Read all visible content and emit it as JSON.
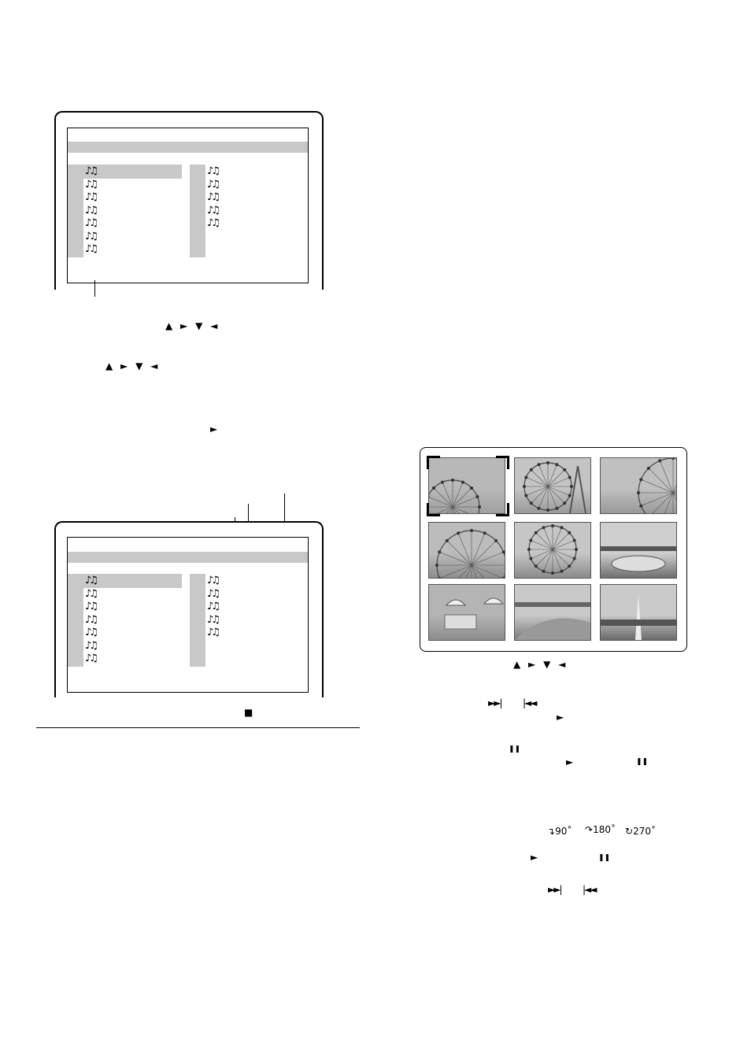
{
  "screen_top": {
    "left_tracks": 7,
    "right_tracks": 5
  },
  "screen_bottom": {
    "left_tracks": 7,
    "right_tracks": 5
  },
  "symbols": {
    "arrows_line1": "▲ ► ▼ ◄",
    "arrows_line2": "▲ ► ▼ ◄",
    "play": "►",
    "stop": "■",
    "arrows_thumb": "▲ ► ▼ ◄",
    "skip_next": "►►|",
    "skip_prev": "|◄◄",
    "play_after_skip": "►",
    "pause1": "❚❚",
    "play2": "►",
    "pause2": "❚❚",
    "rotate_90": "90˚",
    "rotate_180": "180˚",
    "rotate_270": "270˚",
    "play3": "►",
    "pause3": "❚❚",
    "skip_next2": "►►|",
    "skip_prev2": "|◄◄"
  },
  "thumbnails": [
    {
      "label": "ferris-wheel-1",
      "sky": "#b8b8b8",
      "ground": "#a0a0a0",
      "kind": "wheel-left"
    },
    {
      "label": "ferris-wheel-2",
      "sky": "#c4c4c4",
      "ground": "#9a9a9a",
      "kind": "wheel-center"
    },
    {
      "label": "ferris-wheel-3",
      "sky": "#c0c0c0",
      "ground": "#999999",
      "kind": "wheel-right"
    },
    {
      "label": "ferris-wheel-4",
      "sky": "#bcbcbc",
      "ground": "#8e8e8e",
      "kind": "wheel-big"
    },
    {
      "label": "ferris-wheel-5",
      "sky": "#c6c6c6",
      "ground": "#8a8a8a",
      "kind": "wheel-full"
    },
    {
      "label": "park-flowers-1",
      "sky": "#cfcfcf",
      "ground": "#6f6f6f",
      "kind": "park"
    },
    {
      "label": "umbrellas",
      "sky": "#b4b4b4",
      "ground": "#8c8c8c",
      "kind": "umbrellas"
    },
    {
      "label": "park-flowers-2",
      "sky": "#c8c8c8",
      "ground": "#7a7a7a",
      "kind": "flowers"
    },
    {
      "label": "fountain",
      "sky": "#cacaca",
      "ground": "#6a6a6a",
      "kind": "fountain"
    }
  ]
}
